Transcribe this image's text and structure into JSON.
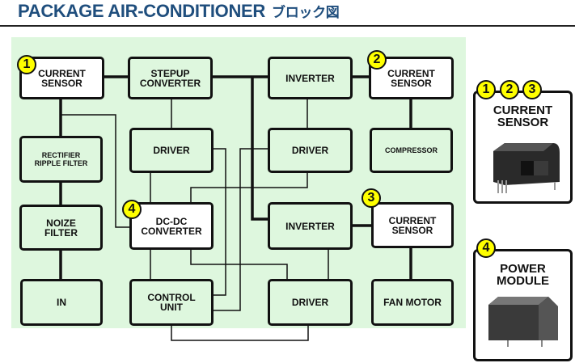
{
  "header": {
    "title": "PACKAGE  AIR-CONDITIONER",
    "title_jp": "ブロック図"
  },
  "blocks": {
    "current_sensor_1": {
      "line1": "CURRENT",
      "line2": "SENSOR",
      "badge": "1"
    },
    "stepup_converter": {
      "line1": "STEPUP",
      "line2": "CONVERTER"
    },
    "inverter_1": {
      "line1": "INVERTER"
    },
    "current_sensor_2": {
      "line1": "CURRENT",
      "line2": "SENSOR",
      "badge": "2"
    },
    "rectifier": {
      "line1": "RECTIFIER",
      "line2": "RIPPLE FILTER"
    },
    "driver_1": {
      "line1": "DRIVER"
    },
    "driver_2": {
      "line1": "DRIVER"
    },
    "compressor": {
      "line1": "COMPRESSOR"
    },
    "noize_filter": {
      "line1": "NOIZE",
      "line2": "FILTER"
    },
    "dcdc_converter": {
      "line1": "DC-DC",
      "line2": "CONVERTER",
      "badge": "4"
    },
    "inverter_2": {
      "line1": "INVERTER"
    },
    "current_sensor_3": {
      "line1": "CURRENT",
      "line2": "SENSOR",
      "badge": "3"
    },
    "in": {
      "line1": "IN"
    },
    "control_unit": {
      "line1": "CONTROL",
      "line2": "UNIT"
    },
    "driver_3": {
      "line1": "DRIVER"
    },
    "fan_motor": {
      "line1": "FAN MOTOR"
    }
  },
  "panels": {
    "current_sensor": {
      "badges": [
        "1",
        "2",
        "3"
      ],
      "line1": "CURRENT",
      "line2": "SENSOR"
    },
    "power_module": {
      "badges": [
        "4"
      ],
      "line1": "POWER",
      "line2": "MODULE"
    }
  },
  "colors": {
    "title": "#1f4e7d",
    "background": "#def7de",
    "badge": "#ffff00"
  }
}
